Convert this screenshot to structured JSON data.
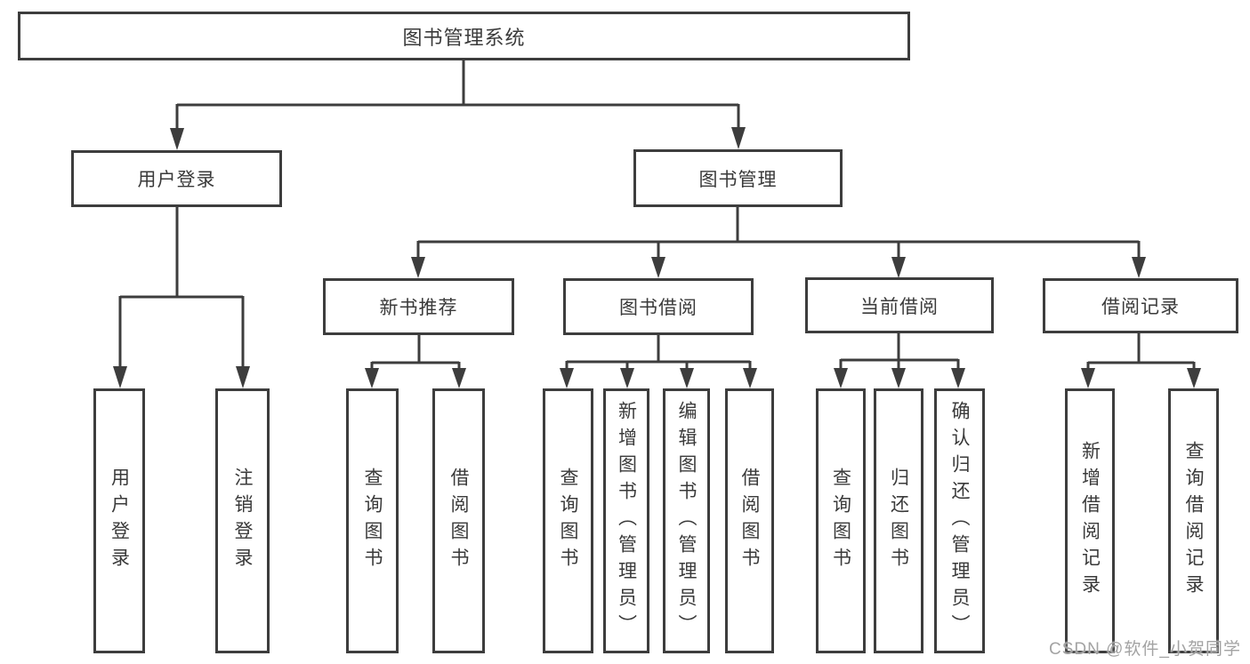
{
  "diagram": {
    "title": "图书管理系统",
    "level2": [
      {
        "label": "用户登录"
      },
      {
        "label": "图书管理"
      }
    ],
    "level3": [
      {
        "label": "新书推荐"
      },
      {
        "label": "图书借阅"
      },
      {
        "label": "当前借阅"
      },
      {
        "label": "借阅记录"
      }
    ],
    "leaves": {
      "user_login": [
        {
          "label": "用户登录"
        },
        {
          "label": "注销登录"
        }
      ],
      "new_book": [
        {
          "label": "查询图书"
        },
        {
          "label": "借阅图书"
        }
      ],
      "book_borrow": [
        {
          "label": "查询图书"
        },
        {
          "label": "新增图书（管理员）"
        },
        {
          "label": "编辑图书（管理员）"
        },
        {
          "label": "借阅图书"
        }
      ],
      "current_borrow": [
        {
          "label": "查询图书"
        },
        {
          "label": "归还图书"
        },
        {
          "label": "确认归还（管理员）"
        }
      ],
      "borrow_record": [
        {
          "label": "新增借阅记录"
        },
        {
          "label": "查询借阅记录"
        }
      ]
    }
  },
  "watermark": "CSDN @软件_小贺同学",
  "colors": {
    "line": "#3d3d3d",
    "box_border": "#3d3d3d",
    "text": "#3a3a3a",
    "watermark": "#a3a3a3",
    "background": "#ffffff"
  }
}
